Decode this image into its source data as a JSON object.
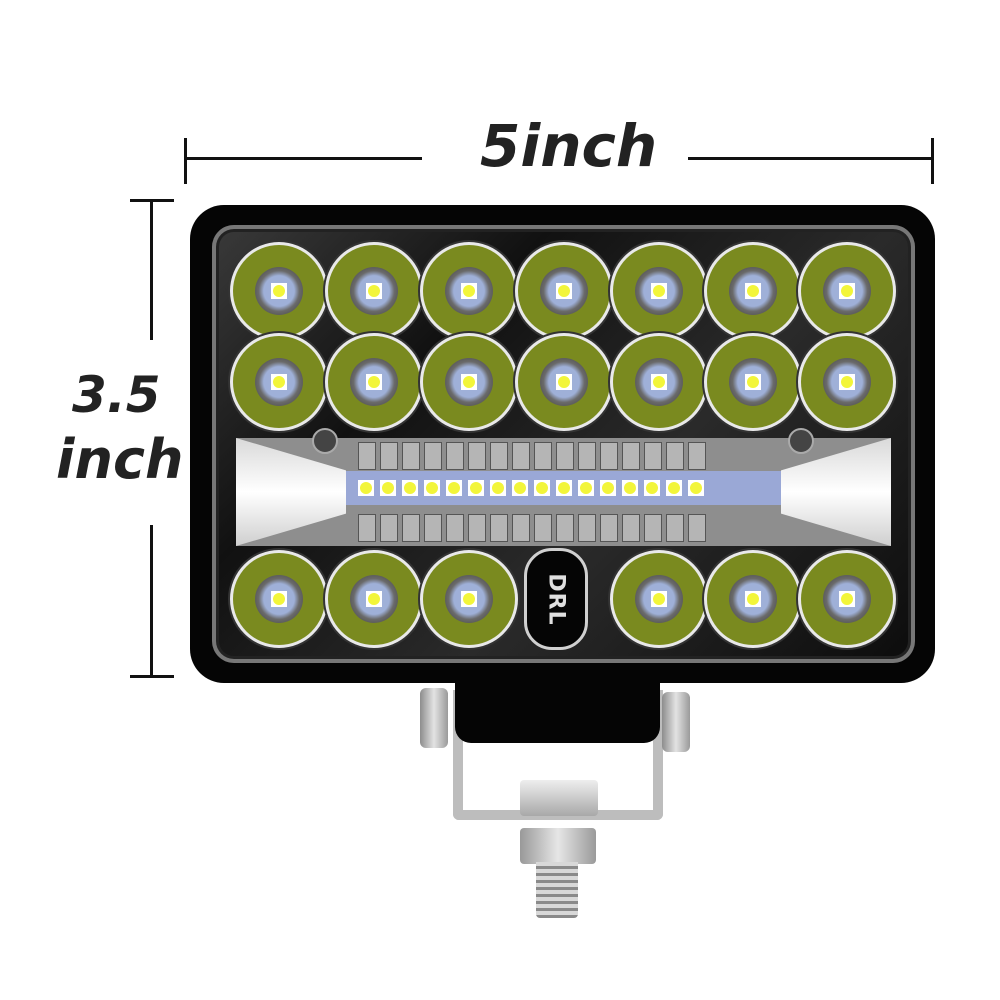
{
  "dimensions": {
    "width_label": "5inch",
    "height_label_line1": "3.5",
    "height_label_line2": "inch"
  },
  "product": {
    "type": "LED work light",
    "badge_text": "DRL",
    "round_led_rows": [
      7,
      7,
      6
    ],
    "strip_smd_count": 16,
    "colors": {
      "housing": "#050505",
      "reflector_green": "#7a8a1f",
      "led_cup_blue": "#9fb0d8",
      "led_chip_yellow": "#f2f53a",
      "bracket_silver": "#bdbdbd"
    }
  }
}
